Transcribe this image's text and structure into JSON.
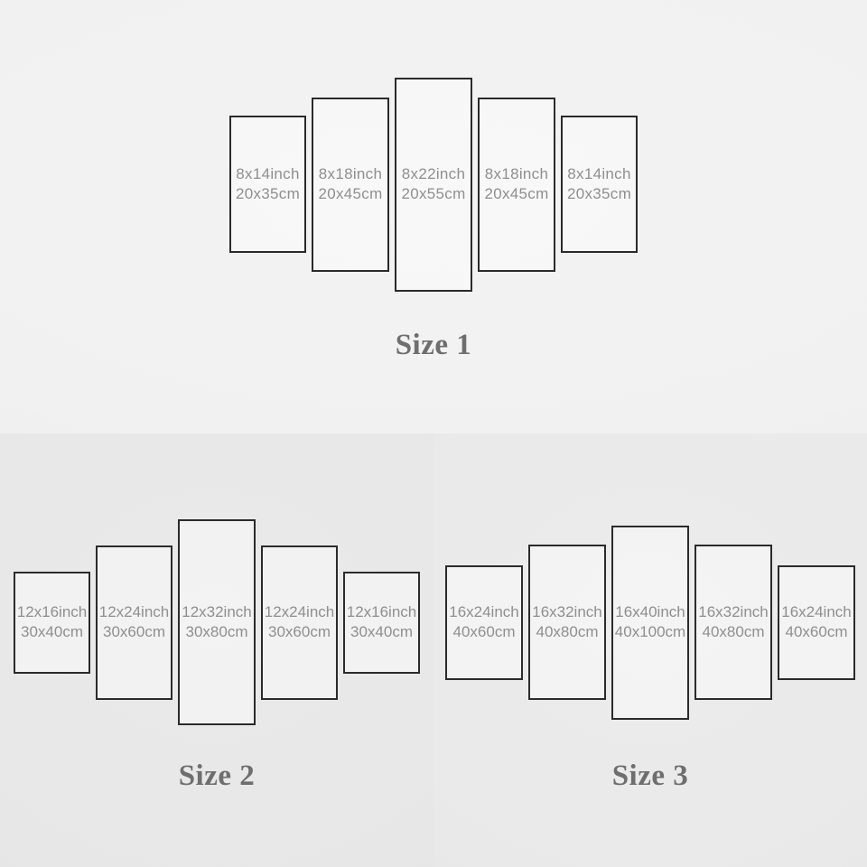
{
  "colors": {
    "bg_top_section": "#f1f1f1",
    "bg_bottom_left_section": "#e7e7e7",
    "bg_bottom_right_section": "#e9e9e9",
    "panel_border": "#2b2b2b",
    "label_text": "#8f8f8f",
    "title_text": "#6e6e6e"
  },
  "sections": [
    {
      "title": "Size 1",
      "panels": [
        {
          "inch": "8x14inch",
          "cm": "20x35cm"
        },
        {
          "inch": "8x18inch",
          "cm": "20x45cm"
        },
        {
          "inch": "8x22inch",
          "cm": "20x55cm"
        },
        {
          "inch": "8x18inch",
          "cm": "20x45cm"
        },
        {
          "inch": "8x14inch",
          "cm": "20x35cm"
        }
      ]
    },
    {
      "title": "Size 2",
      "panels": [
        {
          "inch": "12x16inch",
          "cm": "30x40cm"
        },
        {
          "inch": "12x24inch",
          "cm": "30x60cm"
        },
        {
          "inch": "12x32inch",
          "cm": "30x80cm"
        },
        {
          "inch": "12x24inch",
          "cm": "30x60cm"
        },
        {
          "inch": "12x16inch",
          "cm": "30x40cm"
        }
      ]
    },
    {
      "title": "Size 3",
      "panels": [
        {
          "inch": "16x24inch",
          "cm": "40x60cm"
        },
        {
          "inch": "16x32inch",
          "cm": "40x80cm"
        },
        {
          "inch": "16x40inch",
          "cm": "40x100cm"
        },
        {
          "inch": "16x32inch",
          "cm": "40x80cm"
        },
        {
          "inch": "16x24inch",
          "cm": "40x60cm"
        }
      ]
    }
  ]
}
